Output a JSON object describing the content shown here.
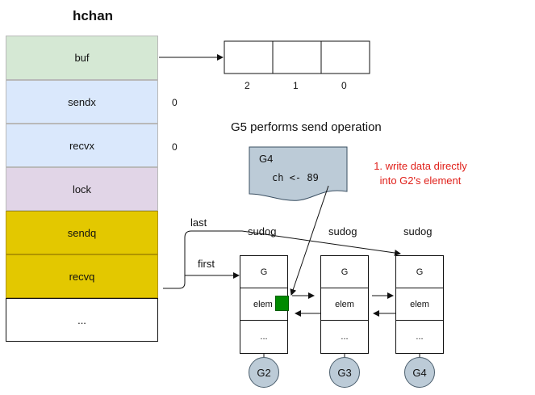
{
  "hchan": {
    "title": "hchan",
    "fields": [
      {
        "label": "buf",
        "value": ""
      },
      {
        "label": "sendx",
        "value": "0"
      },
      {
        "label": "recvx",
        "value": "0"
      },
      {
        "label": "lock",
        "value": ""
      },
      {
        "label": "sendq",
        "value": ""
      },
      {
        "label": "recvq",
        "value": ""
      },
      {
        "label": "...",
        "value": ""
      }
    ],
    "colors": {
      "buf": "#d5e8d4",
      "sendx": "#dae8fc",
      "recvx": "#dae8fc",
      "lock": "#e1d5e7",
      "sendq": "#e3c800",
      "recvq": "#e3c800",
      "rest": "#ffffff"
    }
  },
  "buffer": {
    "indices": [
      "2",
      "1",
      "0"
    ]
  },
  "header": "G5 performs send operation",
  "doc": {
    "title": "G4",
    "code": "ch <- 89",
    "fill": "#bccbd7"
  },
  "note": {
    "line1": "1. write data directly",
    "line2": "into G2's element",
    "color": "#e0201a"
  },
  "queue_labels": {
    "last": "last",
    "first": "first"
  },
  "sudogs": [
    {
      "label": "sudog",
      "fields": [
        "G",
        "elem",
        "..."
      ],
      "goroutine": "G2",
      "has_data": true
    },
    {
      "label": "sudog",
      "fields": [
        "G",
        "elem",
        "..."
      ],
      "goroutine": "G3",
      "has_data": false
    },
    {
      "label": "sudog",
      "fields": [
        "G",
        "elem",
        "..."
      ],
      "goroutine": "G4",
      "has_data": false
    }
  ],
  "data_marker_color": "#008a00"
}
